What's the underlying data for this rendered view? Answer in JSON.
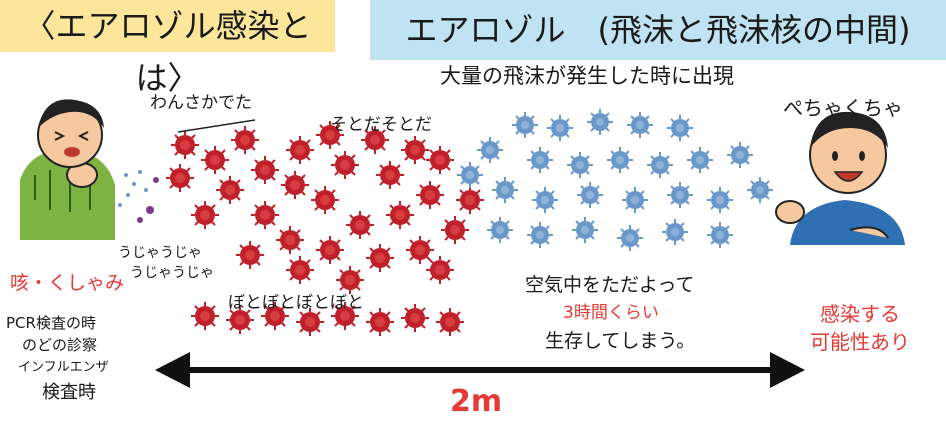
{
  "header": {
    "left_title": "〈エアロゾル感染とは〉",
    "right_title": "エアロゾル　(飛沫と飛沫核の中間)"
  },
  "subtitle": "大量の飛沫が発生した時に出現",
  "sounds": {
    "wansakadeta": "わんさかでた",
    "sotodasotoda": "そとだそとだ",
    "peccha": "ぺちゃくちゃ",
    "ujauja_1": "うじゃうじゃ",
    "ujauja_2": "うじゃうじゃ",
    "botobotobotobot": "ぼとぼとぼとぼと"
  },
  "left_labels": {
    "cough_sneeze": "咳・くしゃみ",
    "pcr": "PCR検査の時",
    "throat": "のどの診察",
    "flu": "インフルエンザ",
    "test_time": "検査時"
  },
  "center_text": {
    "line1": "空気中をただよって",
    "line2": "3時間くらい",
    "line3": "生存してしまう。"
  },
  "right_label": {
    "line1": "感染する",
    "line2": "可能性あり"
  },
  "distance": "2m",
  "colors": {
    "red_virus": "#c0202a",
    "blue_virus": "#6b98c8",
    "accent_red": "#e53935",
    "left_banner": "#fde69a",
    "right_banner": "#bfe3f2"
  },
  "icons": {
    "sick_person": "coughing-person-icon",
    "happy_person": "smiling-person-icon",
    "red_virus": "red-virus-particle-icon",
    "blue_virus": "blue-aerosol-particle-icon",
    "arrow": "double-arrow-icon"
  }
}
